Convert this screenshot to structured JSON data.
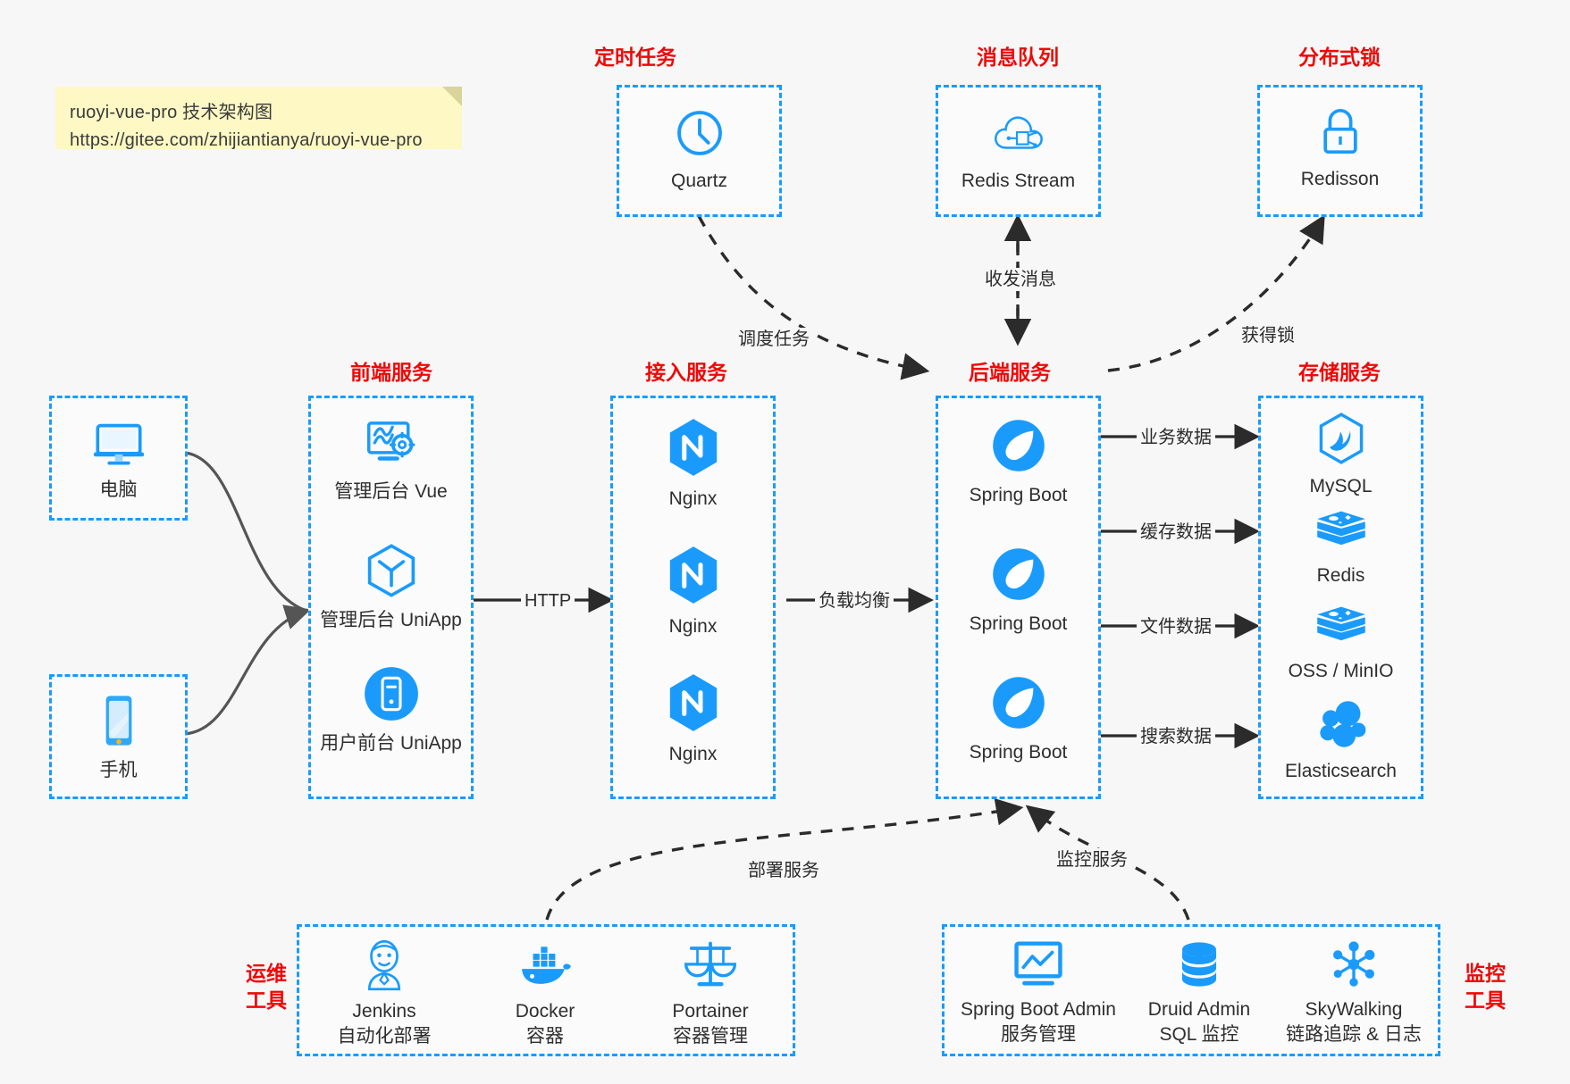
{
  "note": {
    "line1": "ruoyi-vue-pro 技术架构图",
    "line2": "https://gitee.com/zhijiantianya/ruoyi-vue-pro"
  },
  "colors": {
    "accent": "#1a9bfc",
    "title_red": "#ef0808",
    "background": "#f7f7f7",
    "note_bg": "#fdf8c4",
    "edge": "#2b2b2b",
    "curve": "#555555"
  },
  "groups": {
    "scheduler": {
      "title": "定时任务",
      "nodes": [
        {
          "label": "Quartz",
          "icon": "clock-icon"
        }
      ]
    },
    "mq": {
      "title": "消息队列",
      "nodes": [
        {
          "label": "Redis Stream",
          "icon": "cloud-stream-icon"
        }
      ]
    },
    "lock": {
      "title": "分布式锁",
      "nodes": [
        {
          "label": "Redisson",
          "icon": "lock-icon"
        }
      ]
    },
    "devices": {
      "title": "",
      "nodes": [
        {
          "label": "电脑",
          "icon": "desktop-icon"
        },
        {
          "label": "手机",
          "icon": "mobile-icon"
        }
      ]
    },
    "frontend": {
      "title": "前端服务",
      "nodes": [
        {
          "label": "管理后台 Vue",
          "icon": "dashboard-gear-icon"
        },
        {
          "label": "管理后台 UniApp",
          "icon": "cube-icon"
        },
        {
          "label": "用户前台 UniApp",
          "icon": "phone-circle-icon"
        }
      ]
    },
    "gateway": {
      "title": "接入服务",
      "nodes": [
        {
          "label": "Nginx",
          "icon": "nginx-icon"
        },
        {
          "label": "Nginx",
          "icon": "nginx-icon"
        },
        {
          "label": "Nginx",
          "icon": "nginx-icon"
        }
      ]
    },
    "backend": {
      "title": "后端服务",
      "nodes": [
        {
          "label": "Spring Boot",
          "icon": "spring-icon"
        },
        {
          "label": "Spring Boot",
          "icon": "spring-icon"
        },
        {
          "label": "Spring Boot",
          "icon": "spring-icon"
        }
      ]
    },
    "storage": {
      "title": "存储服务",
      "nodes": [
        {
          "label": "MySQL",
          "icon": "mysql-icon"
        },
        {
          "label": "Redis",
          "icon": "redis-icon"
        },
        {
          "label": "OSS / MinIO",
          "icon": "redis-icon"
        },
        {
          "label": "Elasticsearch",
          "icon": "elasticsearch-icon"
        }
      ]
    },
    "devops": {
      "title": "运维\n工具",
      "title_line1": "运维",
      "title_line2": "工具",
      "nodes": [
        {
          "label": "Jenkins",
          "sub": "自动化部署",
          "icon": "jenkins-icon"
        },
        {
          "label": "Docker",
          "sub": "容器",
          "icon": "docker-icon"
        },
        {
          "label": "Portainer",
          "sub": "容器管理",
          "icon": "scales-icon"
        }
      ]
    },
    "monitor": {
      "title_line1": "监控",
      "title_line2": "工具",
      "nodes": [
        {
          "label": "Spring Boot Admin",
          "sub": "服务管理",
          "icon": "monitor-chart-icon"
        },
        {
          "label": "Druid Admin",
          "sub": "SQL 监控",
          "icon": "database-icon"
        },
        {
          "label": "SkyWalking",
          "sub": "链路追踪 & 日志",
          "icon": "skywalking-icon"
        }
      ]
    }
  },
  "edges": {
    "http": "HTTP",
    "load_balance": "负载均衡",
    "schedule": "调度任务",
    "mq_msg": "收发消息",
    "get_lock": "获得锁",
    "biz_data": "业务数据",
    "cache_data": "缓存数据",
    "file_data": "文件数据",
    "search_data": "搜索数据",
    "deploy": "部署服务",
    "monitor": "监控服务"
  }
}
